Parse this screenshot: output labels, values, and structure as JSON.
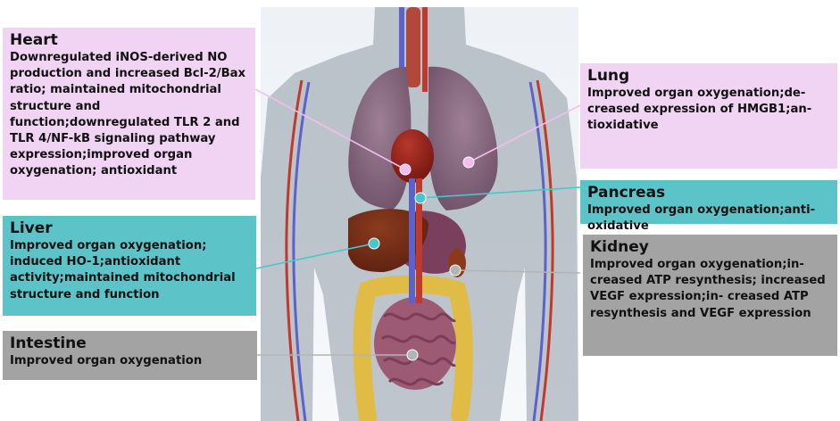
{
  "organs": [
    {
      "id": "heart",
      "name": "Heart",
      "effects": "Downregulated iNOS-derived NO production and increased Bcl-2/Bax ratio; maintained mitochondrial structure and function;downregulated TLR 2 and TLR 4/NF-kB signaling pathway expression;improved organ oxygenation; antioxidant",
      "color": "#f1d3f3",
      "line_color": "#f3bdf0"
    },
    {
      "id": "lung",
      "name": "Lung",
      "effects": "Improved organ oxygenation;de- creased expression of HMGB1;an- tioxidative",
      "color": "#f1d3f3",
      "line_color": "#f3bdf0"
    },
    {
      "id": "pancreas",
      "name": "Pancreas",
      "effects": "Improved organ oxygenation;anti- oxidative",
      "color": "#5cc3c8",
      "line_color": "#49c6cc"
    },
    {
      "id": "liver",
      "name": "Liver",
      "effects": "Improved organ oxygenation; induced HO-1;antioxidant activity;maintained mitochondrial structure and function",
      "color": "#5cc3c8",
      "line_color": "#49c6cc"
    },
    {
      "id": "kidney",
      "name": "Kidney",
      "effects": "Improved organ oxygenation;in- creased ATP resynthesis; increased VEGF expression;in- creased ATP resynthesis and VEGF expression",
      "color": "#a3a3a3",
      "line_color": "#b4b4b4"
    },
    {
      "id": "intestine",
      "name": "Intestine",
      "effects": "Improved organ oxygenation",
      "color": "#a3a3a3",
      "line_color": "#b4b4b4"
    }
  ]
}
